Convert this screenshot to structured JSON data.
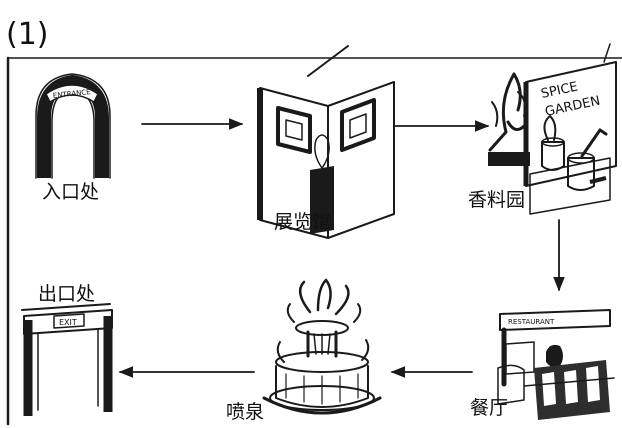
{
  "figure_number": "(1)",
  "stations": {
    "entrance": {
      "label": "入口处",
      "sign": "ENTRANCE"
    },
    "gallery": {
      "label": "展览馆"
    },
    "spice_garden": {
      "label": "香料园",
      "sign_line1": "SPICE",
      "sign_line2": "GARDEN"
    },
    "restaurant": {
      "label": "餐厅",
      "sign": "RESTAURANT"
    },
    "fountain": {
      "label": "喷泉"
    },
    "exit": {
      "label": "出口处",
      "sign": "EXIT"
    }
  },
  "route": [
    "entrance",
    "gallery",
    "spice_garden",
    "restaurant",
    "fountain",
    "exit"
  ],
  "colors": {
    "ink": "#1a1a1a",
    "shade": "#3a3a3a",
    "paper": "#ffffff"
  }
}
